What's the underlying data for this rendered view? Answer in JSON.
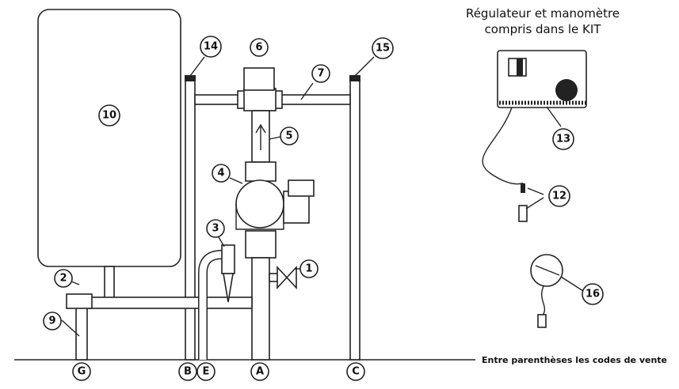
{
  "kit_title": {
    "line1": "Régulateur et manomètre",
    "line2": "compris dans le KIT"
  },
  "footnote": "Entre parenthèses les codes de vente",
  "callouts": {
    "n1": "1",
    "n2": "2",
    "n3": "3",
    "n4": "4",
    "n5": "5",
    "n6": "6",
    "n7": "7",
    "n9": "9",
    "n10": "10",
    "n12": "12",
    "n13": "13",
    "n14": "14",
    "n15": "15",
    "n16": "16"
  },
  "connections": {
    "g": "G",
    "b": "B",
    "e": "E",
    "a": "A",
    "c": "C"
  }
}
